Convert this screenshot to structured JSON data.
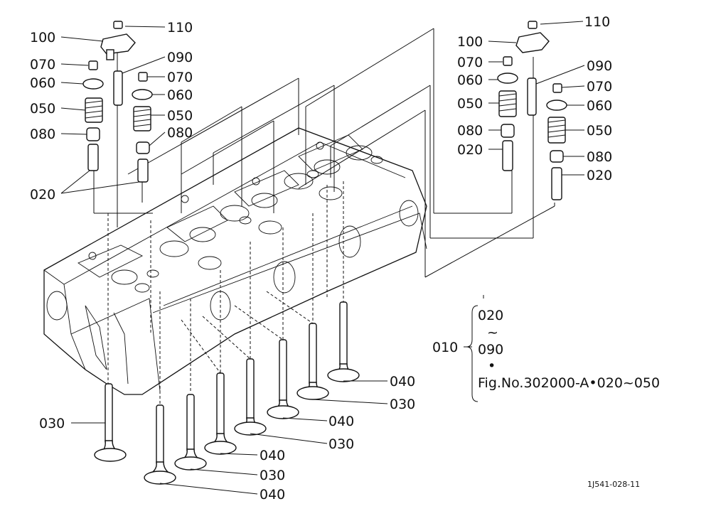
{
  "parts": {
    "p010": "010",
    "p020": "020",
    "p030": "030",
    "p040": "040",
    "p050": "050",
    "p060": "060",
    "p070": "070",
    "p080": "080",
    "p090": "090",
    "p100": "100",
    "p110": "110"
  },
  "legend": {
    "range_start": "020",
    "range_sep": "~",
    "range_end": "090",
    "bullet": "•",
    "reference": "Fig.No.302000-A•020~050"
  },
  "drawing_id": "1J541-028-11"
}
